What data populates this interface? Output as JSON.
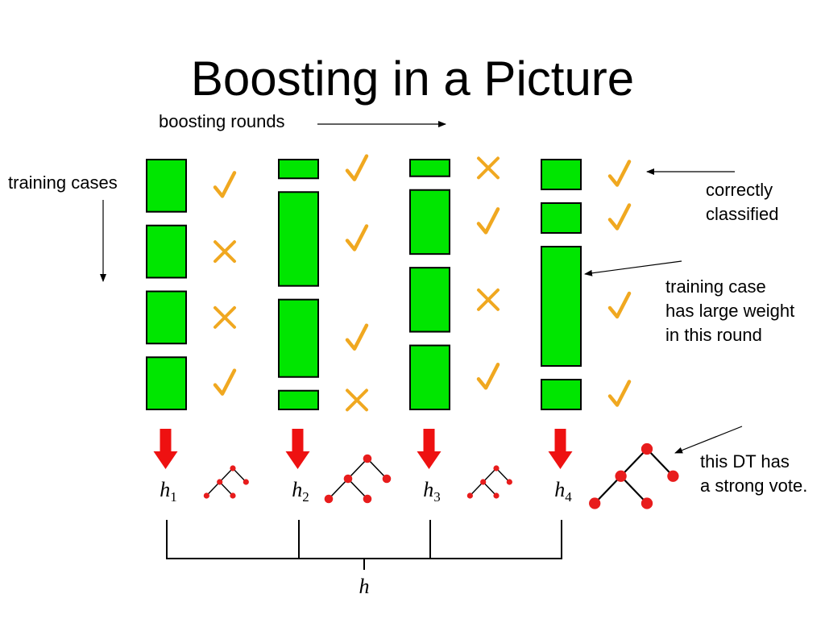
{
  "title": "Boosting in a Picture",
  "labels": {
    "boosting_rounds": "boosting rounds",
    "training_cases": "training cases",
    "correctly_classified": "correctly\nclassified",
    "large_weight": "training case\nhas large weight\nin this round",
    "strong_vote": "this DT has\na strong vote."
  },
  "colors": {
    "box_fill": "#00e600",
    "check_mark": "#f0a820",
    "arrow": "#ee1111",
    "tree_node": "#e81c1c"
  },
  "rounds": [
    {
      "hypothesis": "h",
      "subscript": "1",
      "weights": [
        1,
        1,
        1,
        1
      ],
      "marks": [
        "check",
        "cross",
        "cross",
        "check"
      ],
      "tree_size": "small"
    },
    {
      "hypothesis": "h",
      "subscript": "2",
      "weights": [
        0.4,
        2.0,
        1.65,
        0.4
      ],
      "marks": [
        "check",
        "check",
        "check",
        "cross"
      ],
      "tree_size": "large"
    },
    {
      "hypothesis": "h",
      "subscript": "3",
      "weights": [
        0.3,
        1.15,
        1.15,
        1.15
      ],
      "marks": [
        "cross",
        "check",
        "cross",
        "check"
      ],
      "tree_size": "small"
    },
    {
      "hypothesis": "h",
      "subscript": "4",
      "weights": [
        0.55,
        0.55,
        2.2,
        0.55
      ],
      "marks": [
        "check",
        "check",
        "check",
        "check"
      ],
      "tree_size": "xlarge"
    }
  ],
  "combined": "h"
}
